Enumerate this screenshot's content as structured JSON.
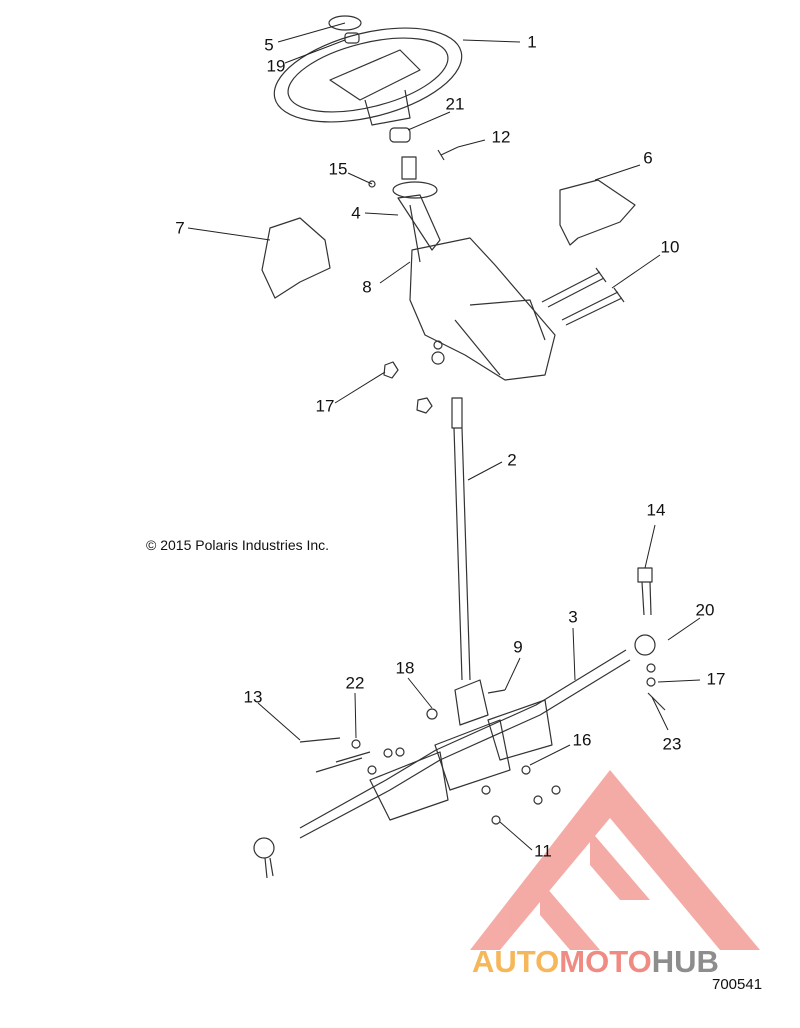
{
  "copyright": "© 2015 Polaris Industries Inc.",
  "diagram_number": "700541",
  "logo": {
    "part1": "AUTO",
    "part2": "MOTO",
    "part3": "HUB",
    "colors": {
      "auto": "#f6b65a",
      "moto": "#ef8b83",
      "hub": "#8d8d8d",
      "triangle": "#f08a84"
    }
  },
  "callouts": [
    {
      "id": "c1",
      "label": "1"
    },
    {
      "id": "c2",
      "label": "2"
    },
    {
      "id": "c3",
      "label": "3"
    },
    {
      "id": "c4",
      "label": "4"
    },
    {
      "id": "c5",
      "label": "5"
    },
    {
      "id": "c6",
      "label": "6"
    },
    {
      "id": "c7",
      "label": "7"
    },
    {
      "id": "c8",
      "label": "8"
    },
    {
      "id": "c9",
      "label": "9"
    },
    {
      "id": "c10",
      "label": "10"
    },
    {
      "id": "c11",
      "label": "11"
    },
    {
      "id": "c12",
      "label": "12"
    },
    {
      "id": "c13",
      "label": "13"
    },
    {
      "id": "c14",
      "label": "14"
    },
    {
      "id": "c15",
      "label": "15"
    },
    {
      "id": "c16",
      "label": "16"
    },
    {
      "id": "c17a",
      "label": "17"
    },
    {
      "id": "c17b",
      "label": "17"
    },
    {
      "id": "c18",
      "label": "18"
    },
    {
      "id": "c19",
      "label": "19"
    },
    {
      "id": "c20",
      "label": "20"
    },
    {
      "id": "c21",
      "label": "21"
    },
    {
      "id": "c22",
      "label": "22"
    },
    {
      "id": "c23",
      "label": "23"
    }
  ]
}
